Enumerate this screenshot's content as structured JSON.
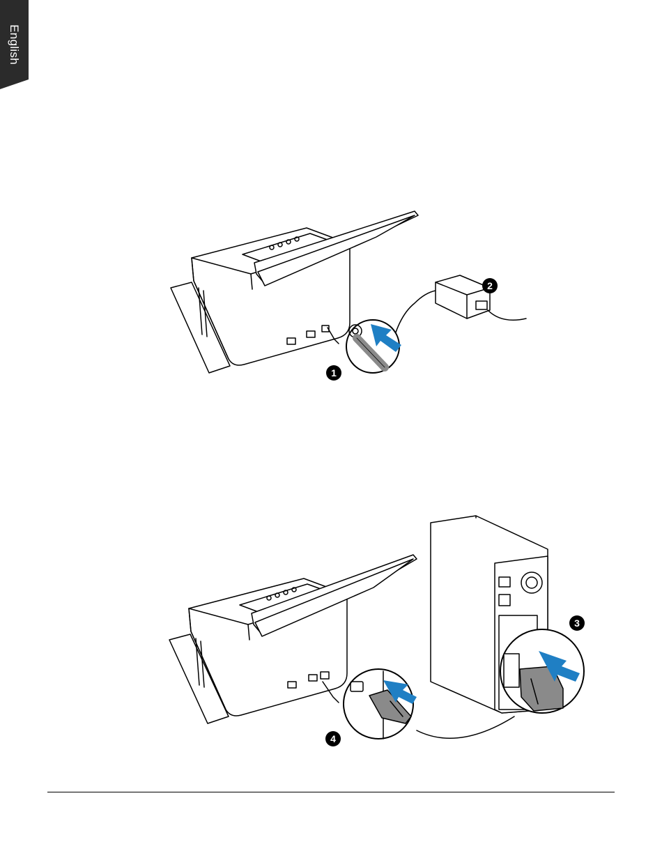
{
  "sidebar": {
    "language": "English"
  },
  "figures": [
    {
      "callouts": [
        "1",
        "2"
      ]
    },
    {
      "callouts": [
        "3",
        "4"
      ]
    }
  ],
  "colors": {
    "tab": "#2b2b2b",
    "arrow": "#1f7fc4",
    "line": "#000000",
    "plug": "#8a8a8a"
  }
}
